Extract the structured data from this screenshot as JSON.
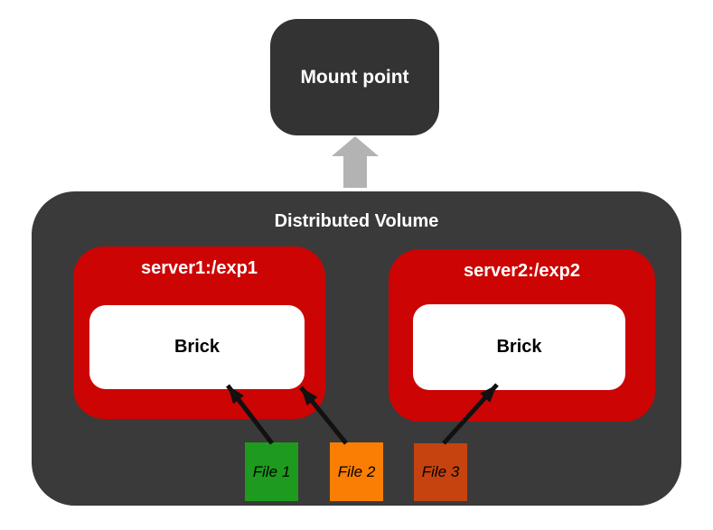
{
  "mount_point": {
    "label": "Mount point"
  },
  "volume": {
    "title": "Distributed Volume",
    "servers": [
      {
        "label": "server1:/exp1",
        "brick": "Brick"
      },
      {
        "label": "server2:/exp2",
        "brick": "Brick"
      }
    ],
    "files": [
      {
        "label": "File 1",
        "color": "#1e9b1e"
      },
      {
        "label": "File 2",
        "color": "#fa7e04"
      },
      {
        "label": "File 3",
        "color": "#c64310"
      }
    ],
    "connections": [
      {
        "from": "File 1",
        "to": "server1:/exp1 Brick"
      },
      {
        "from": "File 2",
        "to": "server1:/exp1 Brick"
      },
      {
        "from": "File 3",
        "to": "server2:/exp2 Brick"
      }
    ]
  },
  "colors": {
    "mount_box": "#333333",
    "volume_box": "#3a3a3a",
    "server_red": "#cc0404",
    "brick_white": "#ffffff",
    "up_arrow_gray": "#b3b3b3",
    "file_arrow_black": "#111111",
    "file1_green": "#1e9b1e",
    "file2_orange": "#fa7e04",
    "file3_rust": "#c64310"
  }
}
